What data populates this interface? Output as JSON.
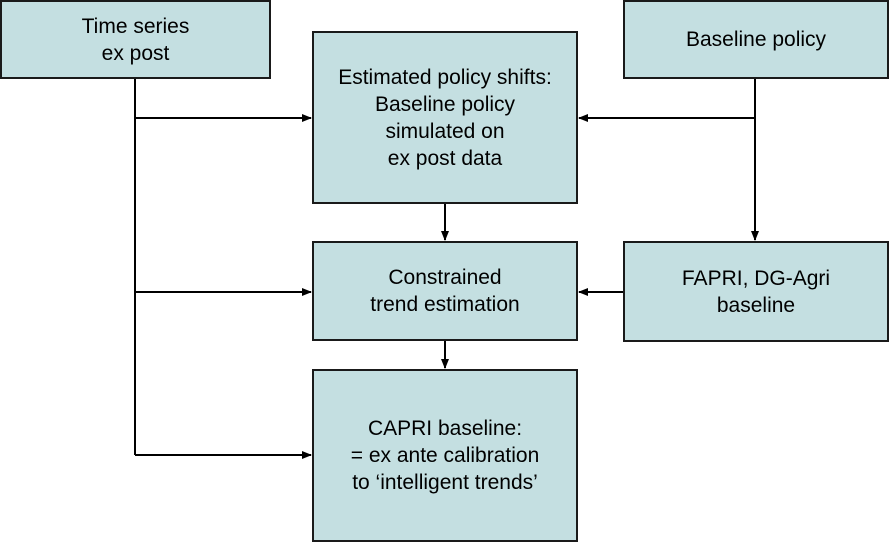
{
  "nodes": {
    "time_series": {
      "lines": [
        "Time series",
        "ex post"
      ]
    },
    "baseline_policy": {
      "lines": [
        "Baseline policy"
      ]
    },
    "estimated_shifts": {
      "lines": [
        "Estimated policy shifts:",
        "Baseline policy",
        "simulated on",
        "ex post data"
      ]
    },
    "constrained": {
      "lines": [
        "Constrained",
        "trend estimation"
      ]
    },
    "fapri": {
      "lines": [
        "FAPRI, DG-Agri",
        "baseline"
      ]
    },
    "capri": {
      "lines": [
        "CAPRI baseline:",
        "= ex ante calibration",
        "to ‘intelligent trends’"
      ]
    }
  },
  "edges": [
    {
      "from": "time_series",
      "to": "estimated_shifts"
    },
    {
      "from": "time_series",
      "to": "constrained"
    },
    {
      "from": "time_series",
      "to": "capri"
    },
    {
      "from": "baseline_policy",
      "to": "estimated_shifts"
    },
    {
      "from": "baseline_policy",
      "to": "fapri"
    },
    {
      "from": "estimated_shifts",
      "to": "constrained"
    },
    {
      "from": "fapri",
      "to": "constrained"
    },
    {
      "from": "constrained",
      "to": "capri"
    }
  ],
  "colors": {
    "box_fill": "#c4dfe1",
    "box_border": "#1a1a1a",
    "line": "#000000",
    "text": "#000000"
  }
}
